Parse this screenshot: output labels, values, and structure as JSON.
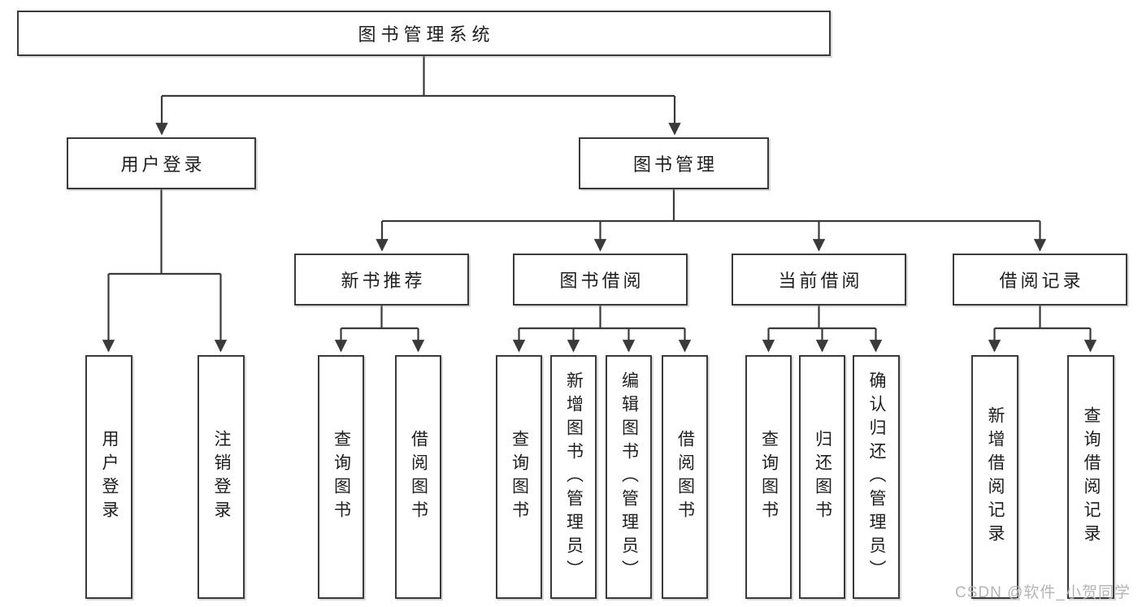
{
  "diagram": {
    "root": {
      "label": "图书管理系统"
    },
    "branches": [
      {
        "label": "用户登录",
        "children": [
          {
            "label": "用户登录"
          },
          {
            "label": "注销登录"
          }
        ]
      },
      {
        "label": "图书管理",
        "children": [
          {
            "label": "新书推荐",
            "children": [
              {
                "label": "查询图书"
              },
              {
                "label": "借阅图书"
              }
            ]
          },
          {
            "label": "图书借阅",
            "children": [
              {
                "label": "查询图书"
              },
              {
                "label": "新增图书（管理员）"
              },
              {
                "label": "编辑图书（管理员）"
              },
              {
                "label": "借阅图书"
              }
            ]
          },
          {
            "label": "当前借阅",
            "children": [
              {
                "label": "查询图书"
              },
              {
                "label": "归还图书"
              },
              {
                "label": "确认归还（管理员）"
              }
            ]
          },
          {
            "label": "借阅记录",
            "children": [
              {
                "label": "新增借阅记录"
              },
              {
                "label": "查询借阅记录"
              }
            ]
          }
        ]
      }
    ]
  },
  "watermark": {
    "text": "CSDN @软件_小贺同学"
  },
  "colors": {
    "line": "#3a3a3a",
    "box_border": "#3a3a3a",
    "text": "#1e1e1e",
    "watermark": "#b5b5b5",
    "background": "#ffffff"
  }
}
